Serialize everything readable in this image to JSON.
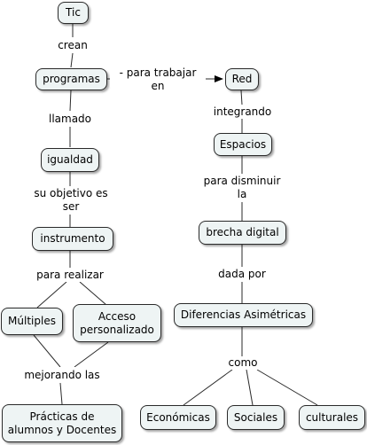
{
  "concepts": {
    "tic": "Tic",
    "programas": "programas",
    "red": "Red",
    "igualdad": "igualdad",
    "espacios": "Espacios",
    "instrumento": "instrumento",
    "brecha": "brecha digital",
    "multiples": "Múltiples",
    "acceso": "Acceso\npersonalizado",
    "diferencias": "Diferencias Asimétricas",
    "practicas": "Prácticas de\nalumnos y Docentes",
    "economicas": "Económicas",
    "sociales": "Sociales",
    "culturales": "culturales"
  },
  "links": {
    "crean": "crean",
    "para_trabajar_en": "- para trabajar en",
    "llamado": "llamado",
    "integrando": "integrando",
    "su_objetivo": "su objetivo es\nser",
    "para_disminuir": "para disminuir\nla",
    "para_realizar": "para realizar",
    "dada_por": "dada por",
    "mejorando_las": "mejorando las",
    "como": "como"
  },
  "colors": {
    "node_fill": "#eef4f4",
    "line": "#2a2a2a"
  }
}
